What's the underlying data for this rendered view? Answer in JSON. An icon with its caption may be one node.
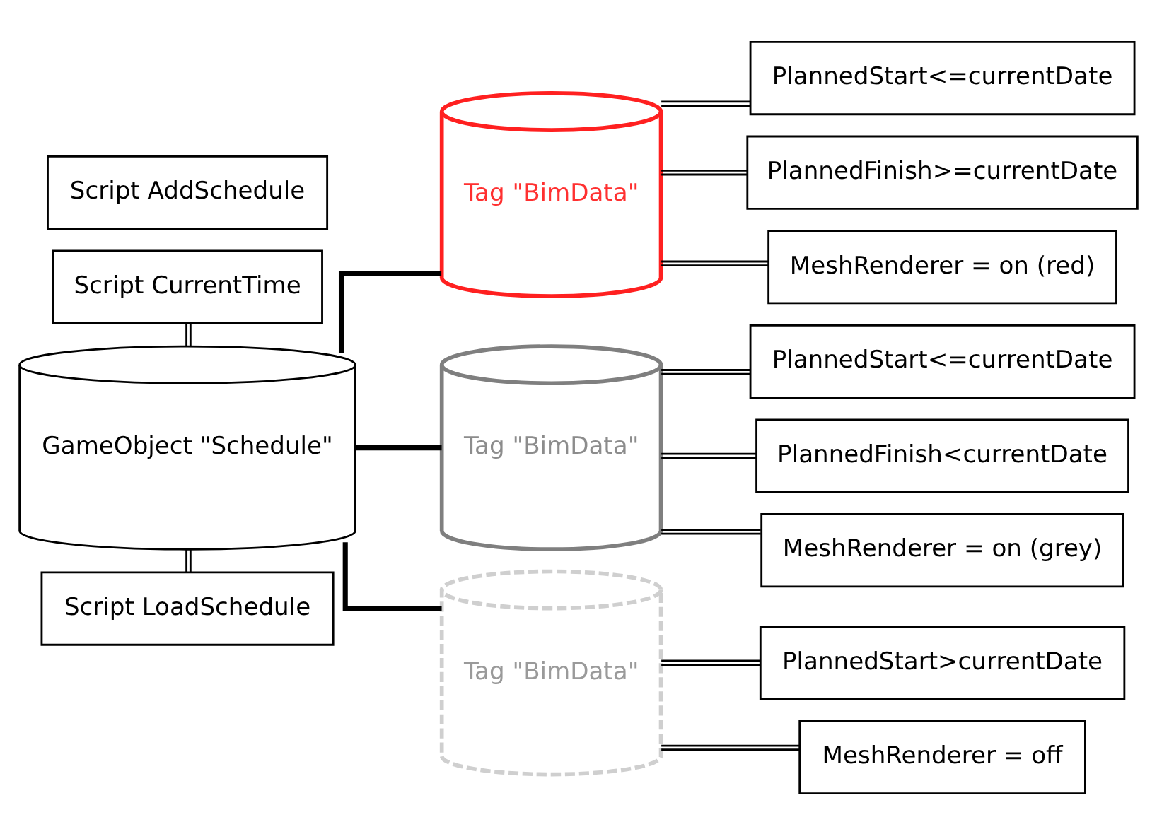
{
  "diagram": {
    "nodes": [
      {
        "text": [
          "Script CurrentTime"
        ]
      },
      {
        "text": [
          "GameObject \"Schedule\""
        ]
      },
      {
        "text": [
          "Script LoadSchedule"
        ]
      },
      {
        "text": [
          "Script AddSchedule"
        ]
      },
      {
        "text": [
          "Tag \"BimData\""
        ]
      },
      {
        "text": [
          "PlannedStart<=currentDate"
        ]
      },
      {
        "text": [
          "PlannedFinish>=currentDate"
        ]
      },
      {
        "text": [
          "MeshRenderer = on (red)"
        ]
      },
      {
        "text": [
          "Tag \"BimData\""
        ]
      },
      {
        "text": [
          "PlannedStart<=currentDate"
        ]
      },
      {
        "text": [
          "PlannedFinish<currentDate"
        ]
      },
      {
        "text": [
          "MeshRenderer = on (grey)"
        ]
      },
      {
        "text": [
          "Tag \"BimData\""
        ]
      },
      {
        "text": [
          "PlannedStart>currentDate"
        ]
      },
      {
        "text": [
          "MeshRenderer = off"
        ]
      }
    ],
    "edges": [
      {
        "from": 0,
        "to": 1,
        "arrow": "none"
      },
      {
        "from": 1,
        "to": 2,
        "arrow": "none"
      },
      {
        "from": 1,
        "to": 4,
        "arrow": "none",
        "style": "thick"
      },
      {
        "from": 1,
        "to": 8,
        "arrow": "none",
        "style": "thick"
      },
      {
        "from": 1,
        "to": 12,
        "arrow": "none",
        "style": "thick"
      },
      {
        "from": 4,
        "to": 5,
        "arrow": "none"
      },
      {
        "from": 4,
        "to": 6,
        "arrow": "none"
      },
      {
        "from": 4,
        "to": 7,
        "arrow": "none"
      },
      {
        "from": 8,
        "to": 9,
        "arrow": "none"
      },
      {
        "from": 8,
        "to": 10,
        "arrow": "none"
      },
      {
        "from": 8,
        "to": 11,
        "arrow": "none"
      },
      {
        "from": 12,
        "to": 13,
        "arrow": "none"
      },
      {
        "from": 12,
        "to": 14,
        "arrow": "none"
      }
    ]
  }
}
